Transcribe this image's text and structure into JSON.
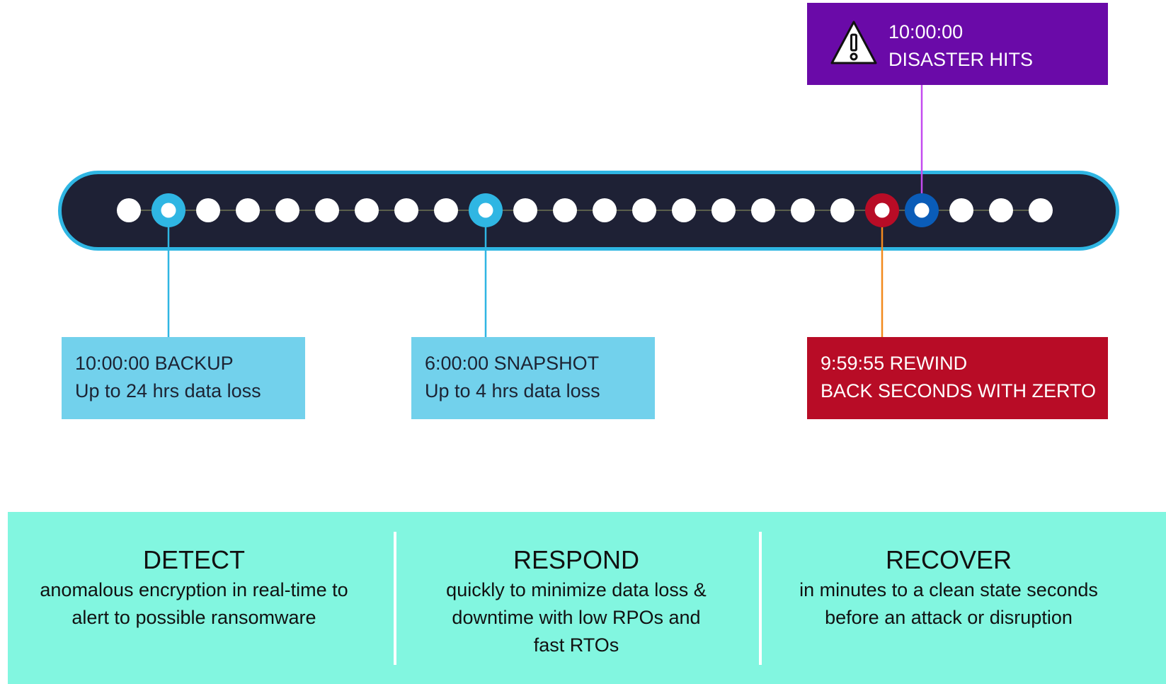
{
  "colors": {
    "track_fill": "#1e2135",
    "track_outline": "#2fb6e3",
    "dot": "#ffffff",
    "marker_backup": "#2fb6e3",
    "marker_rewind": "#b80c26",
    "marker_disaster": "#0a5cb8",
    "backup_box": "#72d1ec",
    "rewind_box": "#b80c26",
    "disaster_box": "#6a0aa8",
    "rewind_connector": "#f28a1e",
    "disaster_connector": "#c44bf0",
    "band": "#82f6e0"
  },
  "timeline": {
    "dot_count": 24,
    "markers": [
      {
        "dot_index": 1,
        "kind": "backup"
      },
      {
        "dot_index": 9,
        "kind": "snapshot"
      },
      {
        "dot_index": 19,
        "kind": "rewind"
      },
      {
        "dot_index": 20,
        "kind": "disaster"
      }
    ]
  },
  "callouts": {
    "disaster": {
      "icon": "warning-icon",
      "line1": "10:00:00",
      "line2": "DISASTER HITS"
    },
    "backup": {
      "line1": "10:00:00 BACKUP",
      "line2": "Up to 24 hrs data loss"
    },
    "snapshot": {
      "line1": "6:00:00 SNAPSHOT",
      "line2": "Up to 4 hrs data loss"
    },
    "rewind": {
      "line1": "9:59:55 REWIND",
      "line2": "BACK SECONDS WITH ZERTO"
    }
  },
  "steps": [
    {
      "title": "DETECT",
      "desc_lines": [
        "anomalous encryption in real-time to",
        "alert to possible ransomware"
      ]
    },
    {
      "title": "RESPOND",
      "desc_lines": [
        "quickly to minimize data loss &",
        "downtime with low RPOs and",
        "fast RTOs"
      ]
    },
    {
      "title": "RECOVER",
      "desc_lines": [
        "in minutes to a clean state seconds",
        "before an attack or disruption"
      ]
    }
  ]
}
